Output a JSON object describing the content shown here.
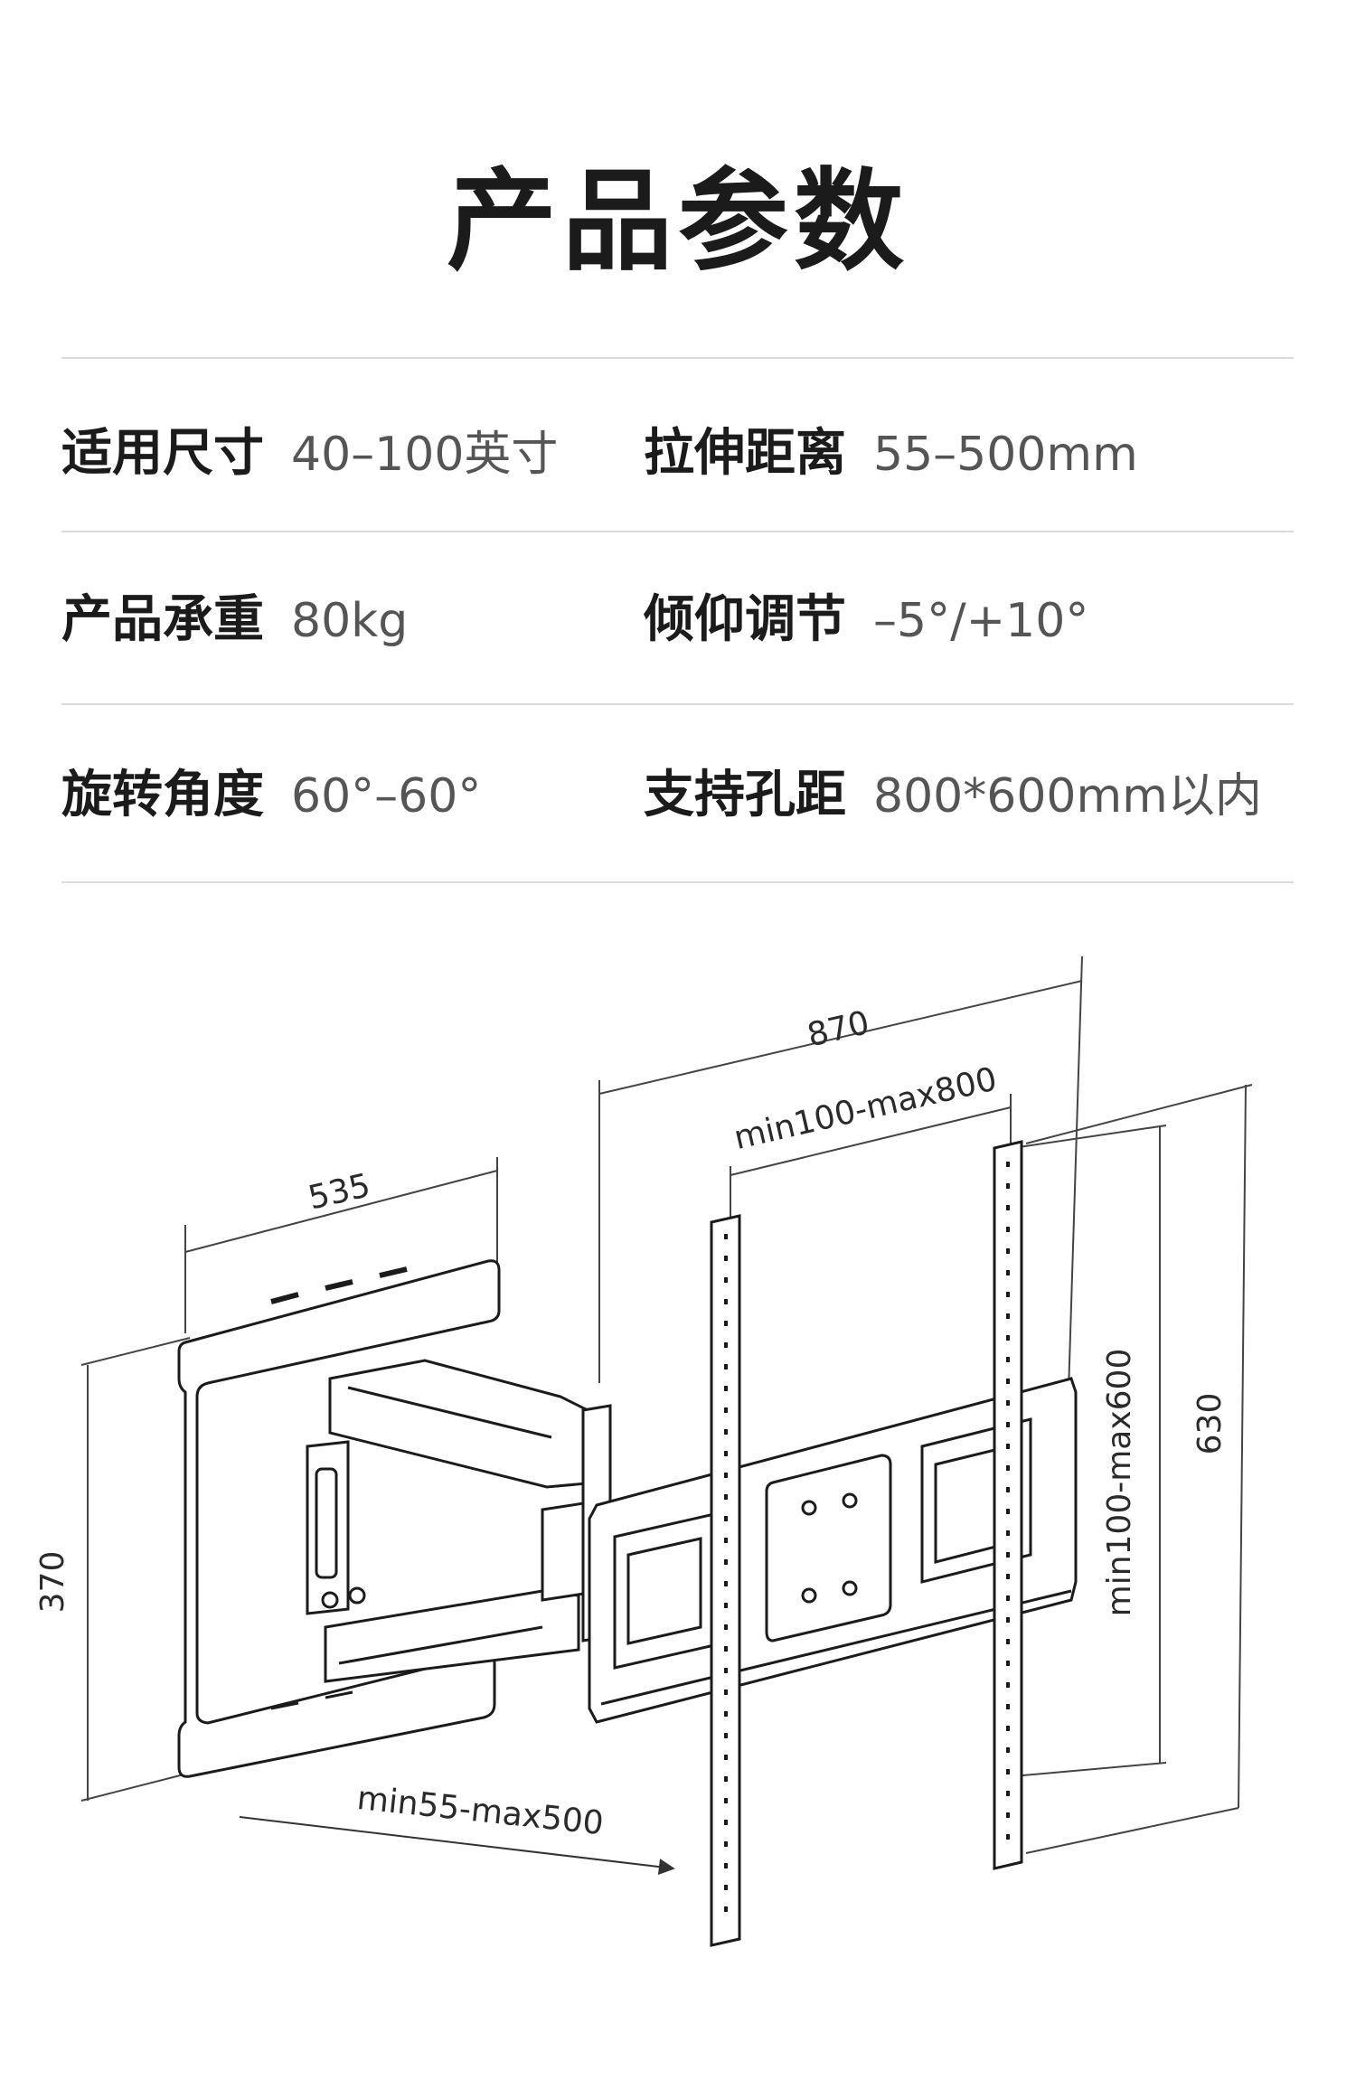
{
  "title": "产品参数",
  "specs": [
    {
      "label": "适用尺寸",
      "value": "40–100英寸"
    },
    {
      "label": "拉伸距离",
      "value": "55–500mm"
    },
    {
      "label": "产品承重",
      "value": "80kg"
    },
    {
      "label": "倾仰调节",
      "value": "–5°/+10°"
    },
    {
      "label": "旋转角度",
      "value": "60°–60°"
    },
    {
      "label": "支持孔距",
      "value": "800*600mm以内"
    }
  ],
  "diagram": {
    "dim_total_width": "870",
    "dim_hole_width": "min100-max800",
    "dim_arm_width": "535",
    "dim_arm_height": "370",
    "dim_total_height": "630",
    "dim_hole_height": "min100-max600",
    "dim_extension": "min55-max500"
  }
}
